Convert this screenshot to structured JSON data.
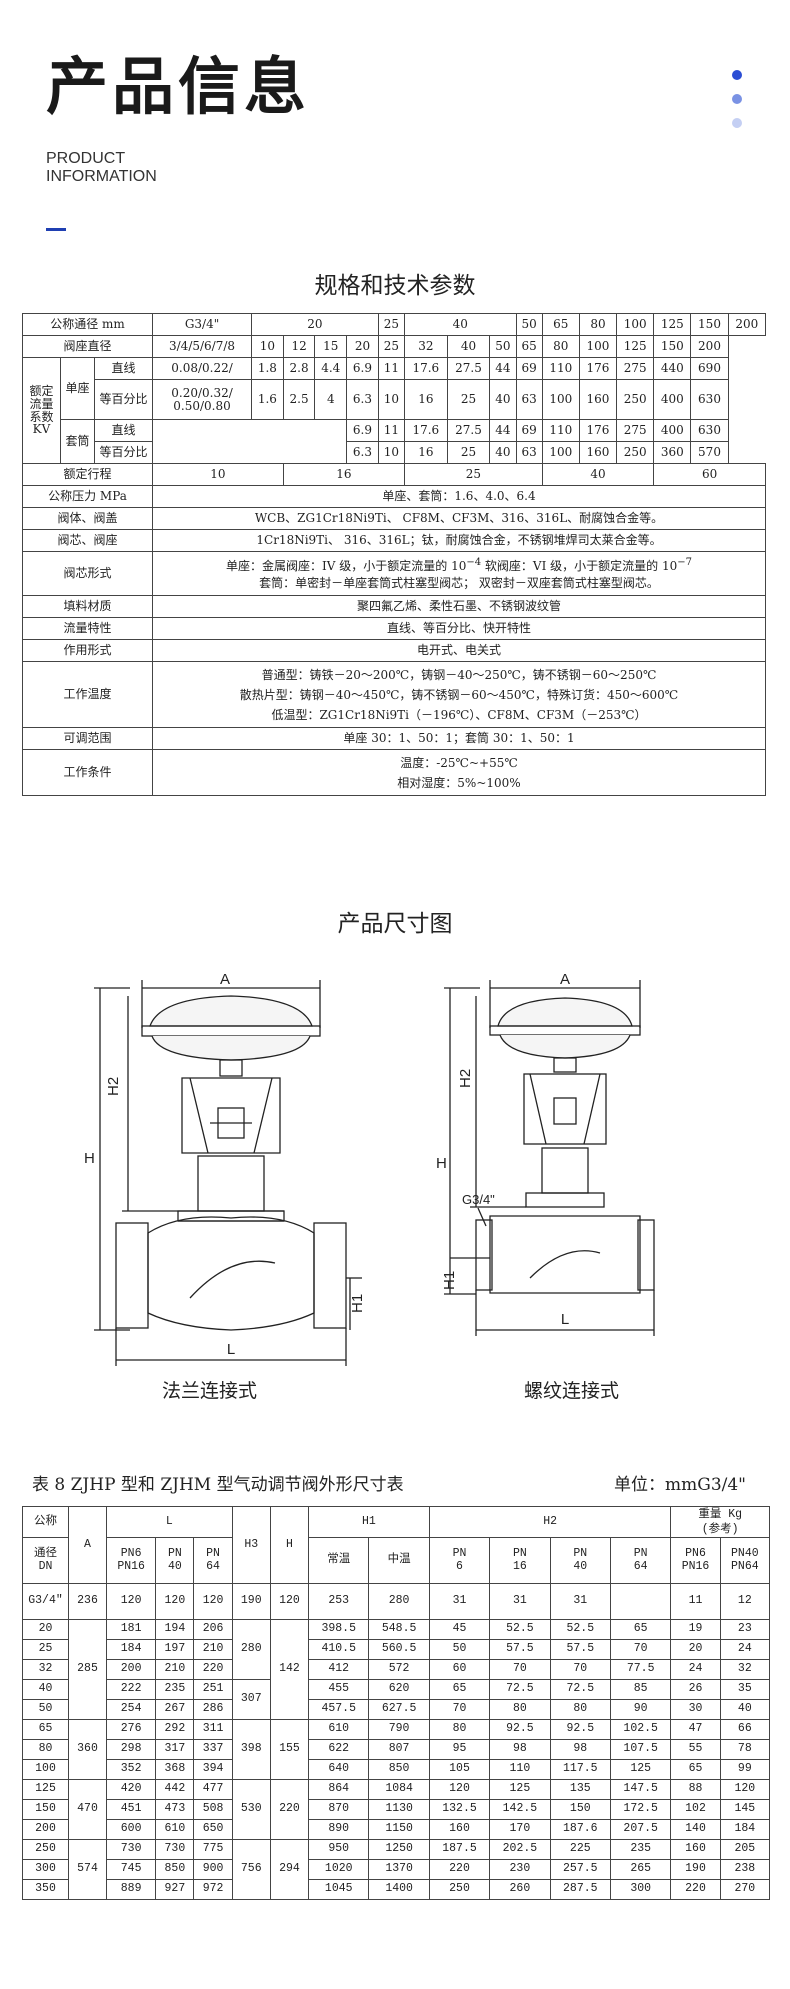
{
  "header": {
    "title": "产品信息",
    "subtitle_line1": "PRODUCT",
    "subtitle_line2": "INFORMATION"
  },
  "decor": {
    "accent": "#1f3fb2",
    "dot_colors": [
      "#2b4dd4",
      "#7a92e4",
      "#c4cff3"
    ]
  },
  "spec": {
    "title": "规格和技术参数",
    "r1": {
      "label": "公称通径 mm",
      "c": [
        "G3/4\"",
        "20",
        "25",
        "40",
        "50",
        "65",
        "80",
        "100",
        "125",
        "150",
        "200"
      ]
    },
    "r2": {
      "label": "阀座直径",
      "c": [
        "3/4/5/6/7/8",
        "10",
        "12",
        "15",
        "20",
        "25",
        "32",
        "40",
        "50",
        "65",
        "80",
        "100",
        "125",
        "150",
        "200"
      ]
    },
    "kv": {
      "group": "额定流量系数KV",
      "single": "单座",
      "sleeve": "套筒",
      "linear": "直线",
      "eqpct": "等百分比",
      "s_lin": [
        "0.08/0.22/",
        "1.8",
        "2.8",
        "4.4",
        "6.9",
        "11",
        "17.6",
        "27.5",
        "44",
        "69",
        "110",
        "176",
        "275",
        "440",
        "690"
      ],
      "s_eq_a": "0.20/0.32/",
      "s_eq_b": "0.50/0.80",
      "s_eq": [
        "1.6",
        "2.5",
        "4",
        "6.3",
        "10",
        "16",
        "25",
        "40",
        "63",
        "100",
        "160",
        "250",
        "400",
        "630"
      ],
      "t_lin": [
        "6.9",
        "11",
        "17.6",
        "27.5",
        "44",
        "69",
        "110",
        "176",
        "275",
        "400",
        "630"
      ],
      "t_eq": [
        "6.3",
        "10",
        "16",
        "25",
        "40",
        "63",
        "100",
        "160",
        "250",
        "360",
        "570"
      ]
    },
    "stroke": {
      "label": "额定行程",
      "c": [
        "10",
        "16",
        "25",
        "40",
        "60"
      ]
    },
    "pressure": {
      "label": "公称压力",
      "unit": "MPa",
      "value": "单座、套筒：1.6、4.0、6.4"
    },
    "body": {
      "label": "阀体、阀盖",
      "value": "WCB、ZG1Cr18Ni9Ti、 CF8M、CF3M、316、316L、耐腐蚀合金等。"
    },
    "core": {
      "label": "阀芯、阀座",
      "value": "1Cr18Ni9Ti、 316、316L；钛，耐腐蚀合金，不锈钢堆焊司太莱合金等。"
    },
    "coretype": {
      "label": "阀芯形式",
      "l1a": "单座：金属阀座：IV 级，小于额定流量的 10",
      "l1b": "−4",
      "l1c": "   软阀座：VI 级，小于额定流量的 10",
      "l1d": "−7",
      "l2": "套筒：单密封－单座套筒式柱塞型阀芯；  双密封－双座套筒式柱塞型阀芯。"
    },
    "packing": {
      "label": "填料材质",
      "value": "聚四氟乙烯、柔性石墨、不锈钢波纹管"
    },
    "flow": {
      "label": "流量特性",
      "value": "直线、等百分比、快开特性"
    },
    "action": {
      "label": "作用形式",
      "value": "电开式、电关式"
    },
    "temp": {
      "label": "工作温度",
      "l1": "普通型：铸铁－20～200℃，铸钢－40～250℃，铸不锈钢－60～250℃",
      "l2": "散热片型：铸钢－40～450℃，铸不锈钢－60～450℃，特殊订货：450～600℃",
      "l3": "低温型：ZG1Cr18Ni9Ti（－196℃）、CF8M、CF3M（－253℃）"
    },
    "range": {
      "label": "可调范围",
      "value": "单座 30：1、50：1；套筒 30：1、50：1"
    },
    "cond": {
      "label": "工作条件",
      "l1": "温度：-25℃~+55℃",
      "l2": "相对湿度：5%~100%"
    }
  },
  "dims": {
    "title": "产品尺寸图",
    "flanged": "法兰连接式",
    "threaded": "螺纹连接式",
    "labels": {
      "a": "A",
      "h": "H",
      "h1": "H1",
      "h2": "H2",
      "l": "L",
      "g": "G3/4\""
    }
  },
  "table8": {
    "caption": "表 8    ZJHP 型和 ZJHM 型气动调节阀外形尺寸表",
    "unit": "单位：mmG3/4\"",
    "h": {
      "gongjing": "公称",
      "tongjing": "通径",
      "dn": "DN",
      "a": "A",
      "l": "L",
      "h3": "H3",
      "hh": "H",
      "h1": "H1",
      "h2": "H2",
      "wt": "重量 Kg",
      "wt2": "(参考)",
      "pn6": "PN6",
      "pn16": "PN16",
      "pn40": "PN",
      "pn40b": "40",
      "pn64": "PN",
      "pn64b": "64",
      "ch": "常温",
      "zh": "中温",
      "p6": "PN",
      "p6b": "6",
      "p16": "PN",
      "p16b": "16",
      "p40": "PN",
      "p40b": "40",
      "p64": "PN",
      "p64b": "64",
      "w1a": "PN6",
      "w1b": "PN16",
      "w2a": "PN40",
      "w2b": "PN64"
    },
    "g34": {
      "dn": "G3/4\"",
      "a": "236",
      "l": [
        "120",
        "120",
        "120"
      ],
      "h3": "190",
      "h": "120",
      "h1": [
        "253",
        "280"
      ],
      "h2": [
        "31",
        "31",
        "31",
        ""
      ],
      "w": [
        "11",
        "12"
      ]
    },
    "a_groups": [
      "285",
      "360",
      "470",
      "574"
    ],
    "h3_groups": [
      "280",
      "307",
      "398",
      "530",
      "756"
    ],
    "h_groups": [
      "142",
      "155",
      "220",
      "294"
    ],
    "rows": [
      [
        "20",
        "181",
        "194",
        "206",
        "398.5",
        "548.5",
        "45",
        "52.5",
        "52.5",
        "65",
        "19",
        "23"
      ],
      [
        "25",
        "184",
        "197",
        "210",
        "410.5",
        "560.5",
        "50",
        "57.5",
        "57.5",
        "70",
        "20",
        "24"
      ],
      [
        "32",
        "200",
        "210",
        "220",
        "412",
        "572",
        "60",
        "70",
        "70",
        "77.5",
        "24",
        "32"
      ],
      [
        "40",
        "222",
        "235",
        "251",
        "455",
        "620",
        "65",
        "72.5",
        "72.5",
        "85",
        "26",
        "35"
      ],
      [
        "50",
        "254",
        "267",
        "286",
        "457.5",
        "627.5",
        "70",
        "80",
        "80",
        "90",
        "30",
        "40"
      ],
      [
        "65",
        "276",
        "292",
        "311",
        "610",
        "790",
        "80",
        "92.5",
        "92.5",
        "102.5",
        "47",
        "66"
      ],
      [
        "80",
        "298",
        "317",
        "337",
        "622",
        "807",
        "95",
        "98",
        "98",
        "107.5",
        "55",
        "78"
      ],
      [
        "100",
        "352",
        "368",
        "394",
        "640",
        "850",
        "105",
        "110",
        "117.5",
        "125",
        "65",
        "99"
      ],
      [
        "125",
        "420",
        "442",
        "477",
        "864",
        "1084",
        "120",
        "125",
        "135",
        "147.5",
        "88",
        "120"
      ],
      [
        "150",
        "451",
        "473",
        "508",
        "870",
        "1130",
        "132.5",
        "142.5",
        "150",
        "172.5",
        "102",
        "145"
      ],
      [
        "200",
        "600",
        "610",
        "650",
        "890",
        "1150",
        "160",
        "170",
        "187.6",
        "207.5",
        "140",
        "184"
      ],
      [
        "250",
        "730",
        "730",
        "775",
        "950",
        "1250",
        "187.5",
        "202.5",
        "225",
        "235",
        "160",
        "205"
      ],
      [
        "300",
        "745",
        "850",
        "900",
        "1020",
        "1370",
        "220",
        "230",
        "257.5",
        "265",
        "190",
        "238"
      ],
      [
        "350",
        "889",
        "927",
        "972",
        "1045",
        "1400",
        "250",
        "260",
        "287.5",
        "300",
        "220",
        "270"
      ]
    ]
  }
}
